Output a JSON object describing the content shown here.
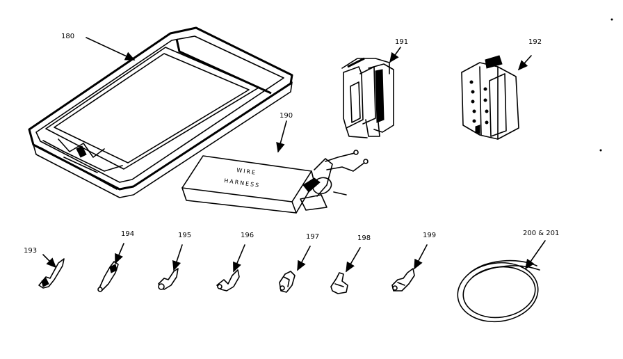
{
  "callouts": {
    "c180": "180",
    "c190": "190",
    "c191": "191",
    "c192": "192",
    "c193": "193",
    "c194": "194",
    "c195": "195",
    "c196": "196",
    "c197": "197",
    "c198": "198",
    "c199": "199",
    "c200": "200 & 201"
  },
  "harness_text": {
    "line1": "WIRE",
    "line2": "HARNESS"
  }
}
